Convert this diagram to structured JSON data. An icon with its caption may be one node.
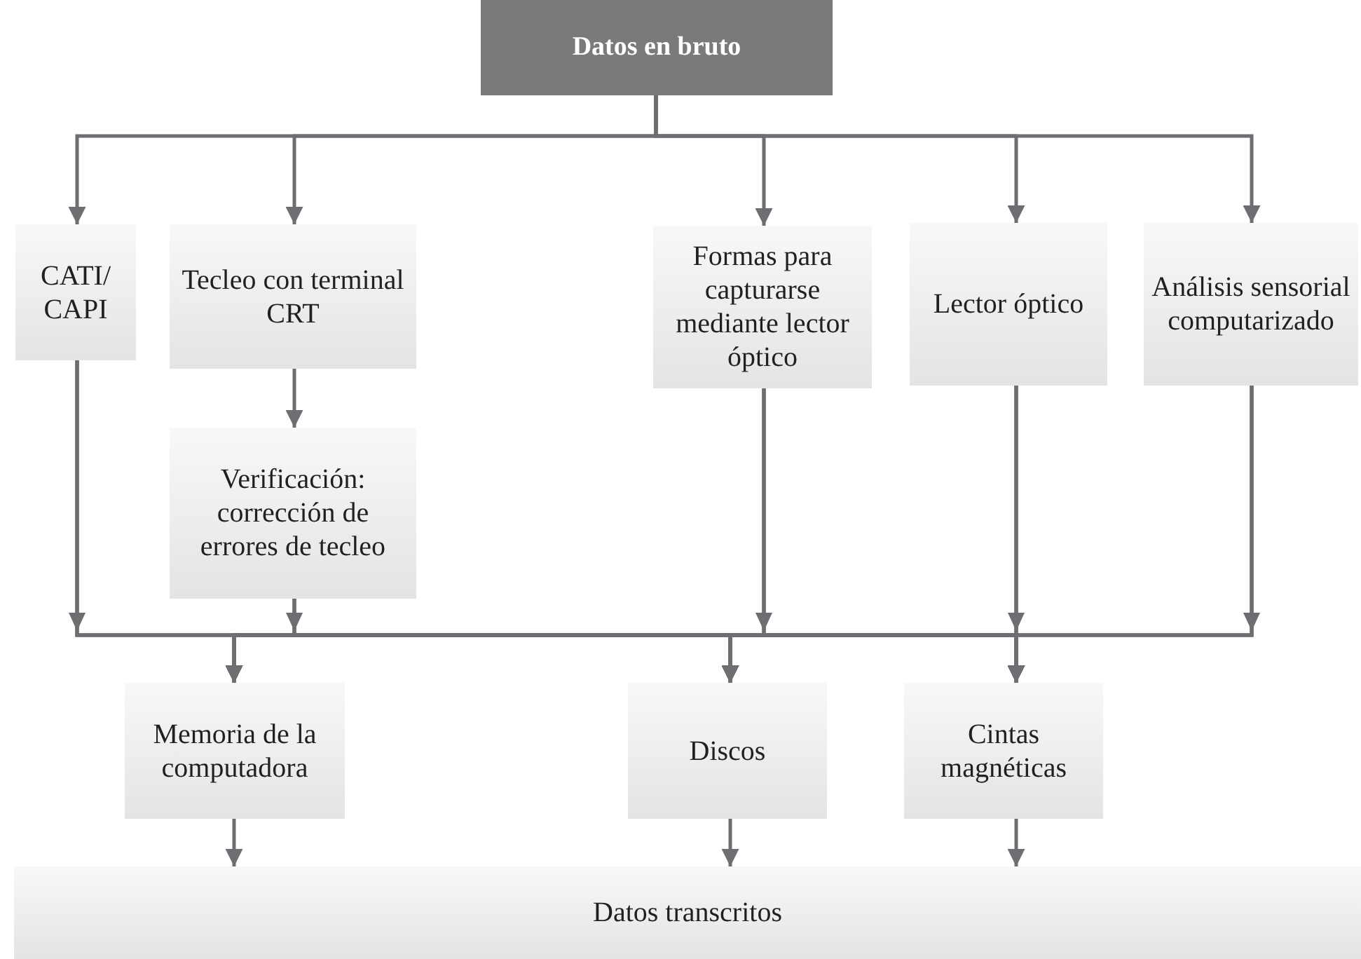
{
  "diagram": {
    "nodes": [
      {
        "text": [
          "Datos en bruto"
        ]
      },
      {
        "text": [
          "CATI/ CAPI"
        ]
      },
      {
        "text": [
          "Tecleo con terminal CRT"
        ]
      },
      {
        "text": [
          "Formas para capturarse mediante lector óptico"
        ]
      },
      {
        "text": [
          "Lector óptico"
        ]
      },
      {
        "text": [
          "Análisis sensorial computarizado"
        ]
      },
      {
        "text": [
          "Verificación: corrección de errores de tecleo"
        ]
      },
      {
        "text": [
          "Memoria de la computadora"
        ]
      },
      {
        "text": [
          "Discos"
        ]
      },
      {
        "text": [
          "Cintas magnéticas"
        ]
      },
      {
        "text": [
          "Datos transcritos"
        ]
      }
    ],
    "edges": [
      {
        "from": 0,
        "to": 1,
        "arrow": "to"
      },
      {
        "from": 0,
        "to": 2,
        "arrow": "to"
      },
      {
        "from": 0,
        "to": 3,
        "arrow": "to"
      },
      {
        "from": 0,
        "to": 4,
        "arrow": "to"
      },
      {
        "from": 0,
        "to": 5,
        "arrow": "to"
      },
      {
        "from": 2,
        "to": 6,
        "arrow": "to"
      },
      {
        "from": 1,
        "to": 7,
        "arrow": "to"
      },
      {
        "from": 1,
        "to": 8,
        "arrow": "to"
      },
      {
        "from": 1,
        "to": 9,
        "arrow": "to"
      },
      {
        "from": 6,
        "to": 7,
        "arrow": "to"
      },
      {
        "from": 6,
        "to": 8,
        "arrow": "to"
      },
      {
        "from": 6,
        "to": 9,
        "arrow": "to"
      },
      {
        "from": 3,
        "to": 7,
        "arrow": "to"
      },
      {
        "from": 3,
        "to": 8,
        "arrow": "to"
      },
      {
        "from": 3,
        "to": 9,
        "arrow": "to"
      },
      {
        "from": 4,
        "to": 7,
        "arrow": "to"
      },
      {
        "from": 4,
        "to": 8,
        "arrow": "to"
      },
      {
        "from": 4,
        "to": 9,
        "arrow": "to"
      },
      {
        "from": 5,
        "to": 7,
        "arrow": "to"
      },
      {
        "from": 5,
        "to": 8,
        "arrow": "to"
      },
      {
        "from": 5,
        "to": 9,
        "arrow": "to"
      },
      {
        "from": 7,
        "to": 10,
        "arrow": "to"
      },
      {
        "from": 8,
        "to": 10,
        "arrow": "to"
      },
      {
        "from": 9,
        "to": 10,
        "arrow": "to"
      }
    ]
  }
}
